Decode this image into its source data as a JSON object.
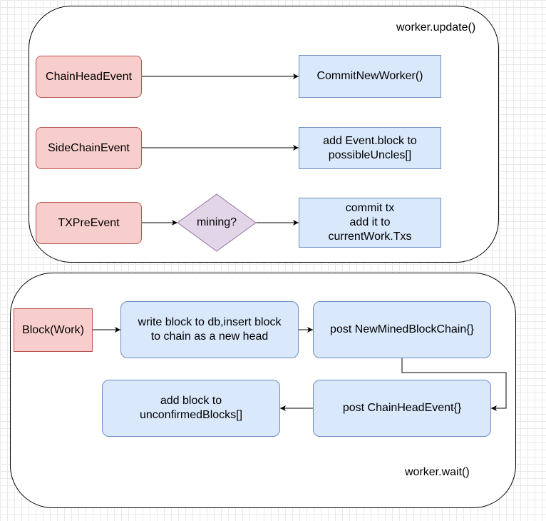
{
  "update_group": {
    "label": "worker.update()",
    "events": [
      "ChainHeadEvent",
      "SideChainEvent",
      "TXPreEvent"
    ],
    "decision": "mining?",
    "actions": [
      "CommitNewWorker()",
      "add Event.block to\npossibleUncles[]",
      "commit tx\nadd it to\ncurrentWork.Txs"
    ]
  },
  "wait_group": {
    "label": "worker.wait()",
    "block": "Block(Work)",
    "steps": [
      "write block to db,insert block\nto chain as a new head",
      "post NewMinedBlockChain{}",
      "post ChainHeadEvent{}",
      "add block to\nunconfirmedBlocks[]"
    ]
  },
  "colors": {
    "event_fill": "#f8cecc",
    "event_stroke": "#b85450",
    "action_fill": "#dae8fc",
    "action_stroke": "#6c8ebf",
    "decision_fill": "#e1d5e7",
    "decision_stroke": "#9673a6"
  }
}
